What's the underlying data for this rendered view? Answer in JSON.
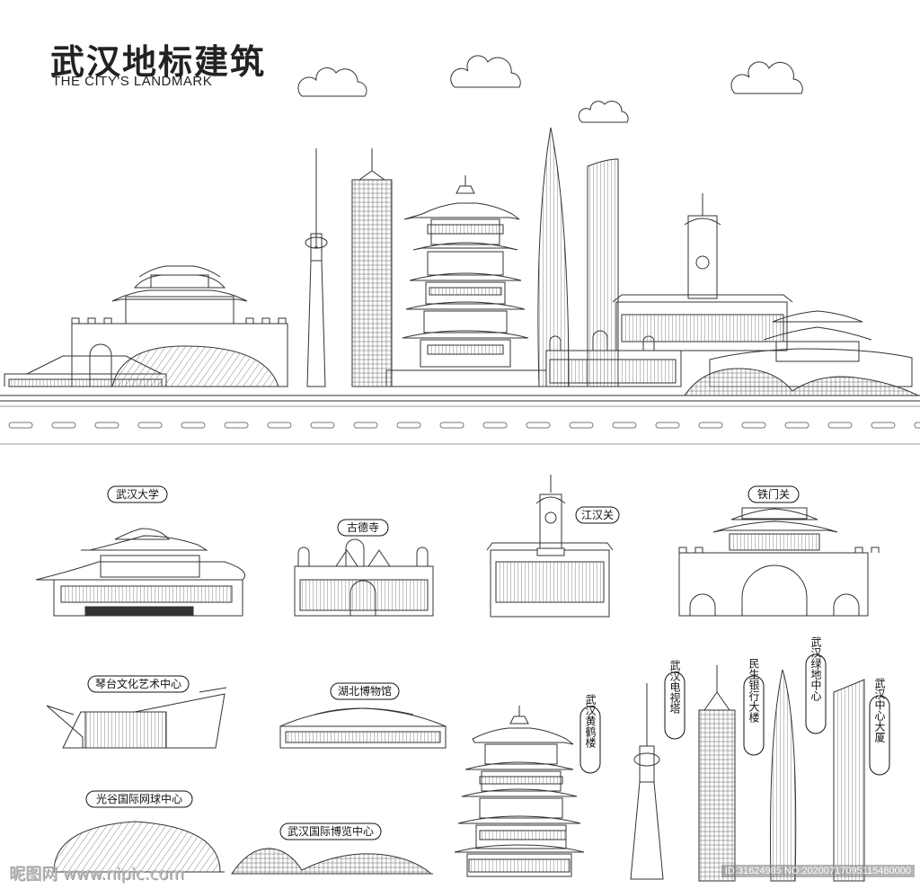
{
  "header": {
    "title_cn": "武汉地标建筑",
    "title_en": "THE CITY'S LANDMARK"
  },
  "labels": {
    "wuhan_university": "武汉大学",
    "gude_temple": "古德寺",
    "jianghan_customs": "江汉关",
    "tiemen_pass": "铁门关",
    "qintai_center": "琴台文化艺术中心",
    "hubei_museum": "湖北博物馆",
    "yellow_crane_tower": "武汉黄鹤楼",
    "tv_tower": "武汉电视塔",
    "minsheng_bank": "民生银行大楼",
    "greenland_center": "武汉绿地中心",
    "wuhan_center": "武汉中心大厦",
    "optics_valley_tennis": "光谷国际网球中心",
    "expo_center": "武汉国际博览中心"
  },
  "watermark": {
    "left": "昵图网 www.nipic.com",
    "right": "ID:31624985 NO:20200717095115480000"
  },
  "colors": {
    "stroke": "#333333",
    "divider": "#999999"
  }
}
